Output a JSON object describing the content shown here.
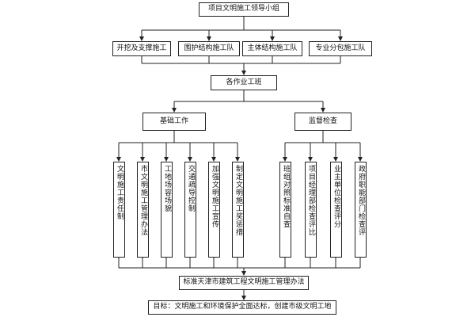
{
  "nodes": {
    "top": "项目文明施工领导小组",
    "teams": [
      "开挖及支撑施工",
      "围护结构施工队",
      "主体结构施工队",
      "专业分包施工队"
    ],
    "work_groups": "各作业工班",
    "basic_work": "基础工作",
    "supervision": "监督检查",
    "basic_items": [
      "文明施工责任制",
      "市文明施工管理办法",
      "工地场容场貌",
      "交通疏导控制",
      "加强文明施工宣传",
      "制定文明施工奖惩措"
    ],
    "supervision_items": [
      "班组对照标准自查",
      "项目经理部检查评比",
      "业主单位检查评分",
      "政府职能部门检查评"
    ],
    "standard": "标准天津市建筑工程文明施工管理办法",
    "goal": "目标：文明施工和环境保护全面达标，创建市级文明工地"
  }
}
